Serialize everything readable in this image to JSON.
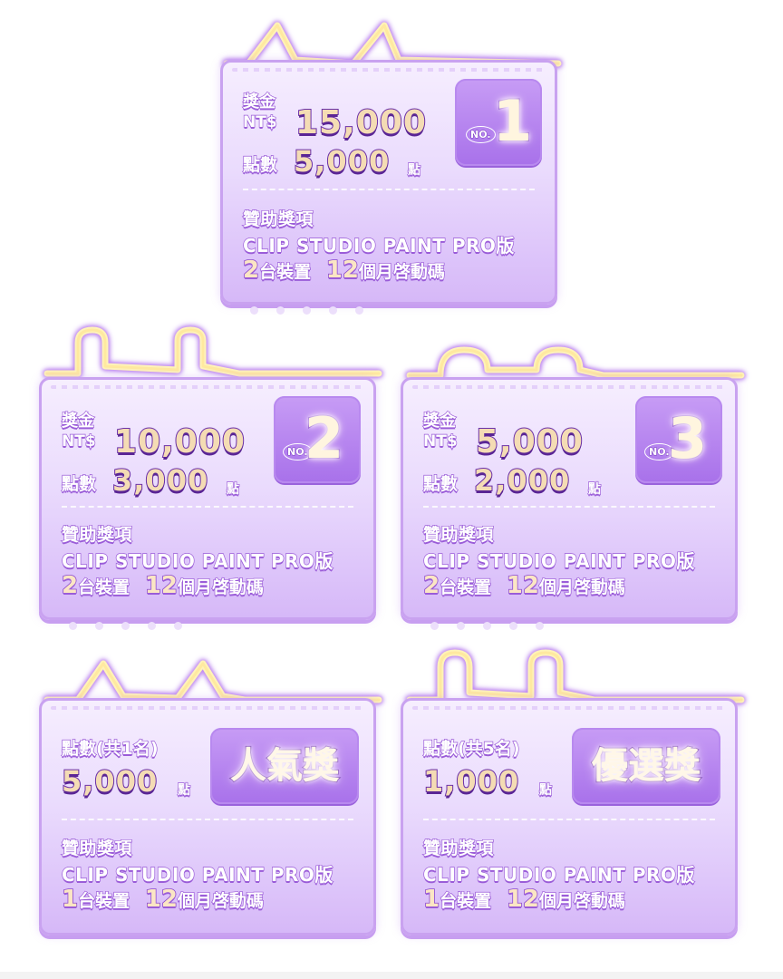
{
  "cards": [
    {
      "prize_label": "獎金",
      "currency": "NT$",
      "prize_amount": "15,000",
      "points_label": "點數",
      "points_amount": "5,000",
      "points_unit": "點",
      "badge_no": "NO.",
      "badge_rank": "1",
      "sponsor_label": "贊助獎項",
      "sponsor_product": "CLIP STUDIO PAINT PRO版",
      "devices_num": "2",
      "devices_text": "台裝置",
      "months_num": "12",
      "months_text": "個月啓動碼"
    },
    {
      "prize_label": "獎金",
      "currency": "NT$",
      "prize_amount": "10,000",
      "points_label": "點數",
      "points_amount": "3,000",
      "points_unit": "點",
      "badge_no": "NO.",
      "badge_rank": "2",
      "sponsor_label": "贊助獎項",
      "sponsor_product": "CLIP STUDIO PAINT PRO版",
      "devices_num": "2",
      "devices_text": "台裝置",
      "months_num": "12",
      "months_text": "個月啓動碼"
    },
    {
      "prize_label": "獎金",
      "currency": "NT$",
      "prize_amount": "5,000",
      "points_label": "點數",
      "points_amount": "2,000",
      "points_unit": "點",
      "badge_no": "NO.",
      "badge_rank": "3",
      "sponsor_label": "贊助獎項",
      "sponsor_product": "CLIP STUDIO PAINT PRO版",
      "devices_num": "2",
      "devices_text": "台裝置",
      "months_num": "12",
      "months_text": "個月啓動碼"
    },
    {
      "points_header": "點數(共1名)",
      "points_amount": "5,000",
      "points_unit": "點",
      "award_title": "人氣獎",
      "sponsor_label": "贊助獎項",
      "sponsor_product": "CLIP STUDIO PAINT PRO版",
      "devices_num": "1",
      "devices_text": "台裝置",
      "months_num": "12",
      "months_text": "個月啓動碼"
    },
    {
      "points_header": "點數(共5名)",
      "points_amount": "1,000",
      "points_unit": "點",
      "award_title": "優選獎",
      "sponsor_label": "贊助獎項",
      "sponsor_product": "CLIP STUDIO PAINT PRO版",
      "devices_num": "1",
      "devices_text": "台裝置",
      "months_num": "12",
      "months_text": "個月啓動碼"
    }
  ]
}
